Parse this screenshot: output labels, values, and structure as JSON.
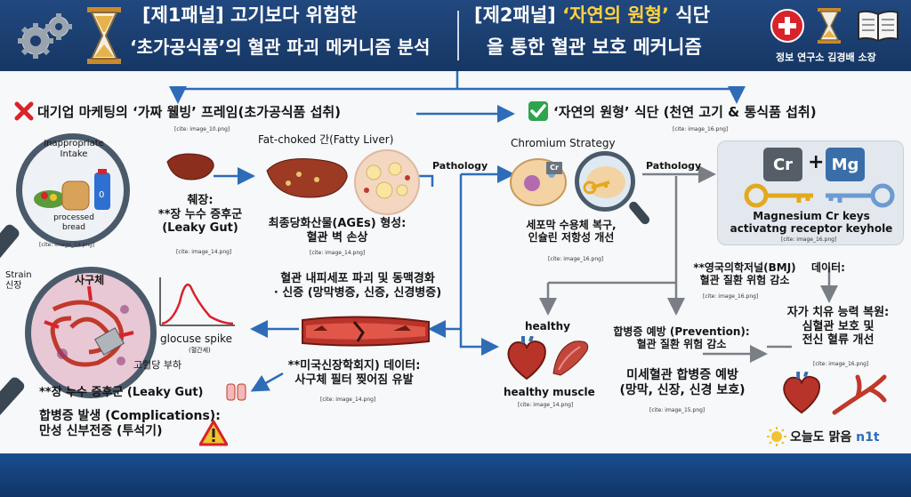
{
  "header": {
    "left_title_line1": "[제1패널] 고기보다 위험한",
    "left_title_line2": "‘초가공식품’의 혈관 파괴 메커니즘 분석",
    "right_title_line1_a": "[제2패널] ",
    "right_title_line1_b": "‘자연의 원형’",
    "right_title_line1_c": " 식단",
    "right_title_line2": "을 통한 혈관 보호 메커니즘",
    "author": "정보 연구소 김경배 소장",
    "icons": [
      "gears-icon",
      "hourglass-icon",
      "medical-cross-icon",
      "hourglass-icon",
      "book-icon"
    ]
  },
  "left": {
    "section_title": "대기업 마케팅의 ‘가짜 웰빙’ 프레임(초가공식품 섭취)",
    "section_cite": "[cite: image_10.png]",
    "lens1_label": "Inappropriate\nIntake",
    "lens1_bottom": "processed\nbread",
    "lens1_cite": "[cite: image_14.png]",
    "small_liver_text": "췌장:\n**장 누수 증후군\n(Leaky Gut)",
    "small_liver_cite": "[cite: image_14.png]",
    "fatty_title": "Fat-choked 간(Fatty Liver)",
    "ages_text": "최종당화산물(AGEs) 형성:\n혈관 벽 손상",
    "ages_cite": "[cite: image_14.png]",
    "strain_label": "Strain\n신장",
    "kidney_label": "사구체",
    "pressure_label": "고혈당 부하",
    "leaky_gut2": "**장 누수 증후군 (Leaky Gut)",
    "complication_text": "합병증 발생 (Complications):\n만성 신부전증 (투석기)",
    "glucose_label": "glocuse spike",
    "glucose_sub": "(혈간세)",
    "vessel_text": "혈관 내피세포 파괴 및 동맥경화\n· 신증 (망막병증, 신증, 신경병증)",
    "nephro_text": "**미국신장학회지) 데이터:\n사구체 필터 찢어짐 유발",
    "nephro_cite": "[cite: image_14.png]"
  },
  "right": {
    "section_title": "‘자연의 원형’ 식단 (천연 고기 & 통식품 섭취)",
    "section_cite": "[cite: image_16.png]",
    "chromium_title": "Chromium Strategy",
    "cell_badge": "Cr",
    "cell_text": "세포막 수용체 복구,\n인슐린 저항성 개선",
    "cell_cite": "[cite: image_16.png]",
    "badge_cr": "Cr",
    "badge_plus": "+",
    "badge_mg": "Mg",
    "keys_text": "Magnesium Cr keys\nactivatng receptor keyhole",
    "keys_cite": "[cite: image_16.png]",
    "bmj_text": "**영국의학저널(BMJ)\n혈관 질환 위험 감소",
    "bmj_cite": "[cite: image_16.png]",
    "data_label": "데이터:",
    "healthy_label": "healthy",
    "healthy_muscle": "healthy muscle",
    "healthy_cite": "[cite: image_14.png]",
    "prevention_text": "합병증 예방 (Prevention):\n혈관 질환 위험 감소",
    "micro_text": "미세혈관 합병증 예방\n(망막, 신장, 신경 보호)",
    "micro_cite": "[cite: image_15.png]",
    "recovery_text": "자가 치유 능력 복원:\n심혈관 보호 및\n전신 혈류 개선",
    "recovery_cite": "[cite: image_16.png]"
  },
  "center": {
    "pathology_left": "Pathology",
    "pathology_right": "Pathology"
  },
  "brand": {
    "text_a": "오늘도 맑음 ",
    "text_b": "n1t"
  },
  "colors": {
    "header_bg": "#1c4176",
    "accent_yellow": "#ffd23f",
    "arrow_blue": "#2e6cb8",
    "arrow_gray": "#7a7f86",
    "cross_red": "#d8232a",
    "check_green": "#2ea44f",
    "badge_cr": "#555d66",
    "badge_mg": "#3a6ea8"
  }
}
